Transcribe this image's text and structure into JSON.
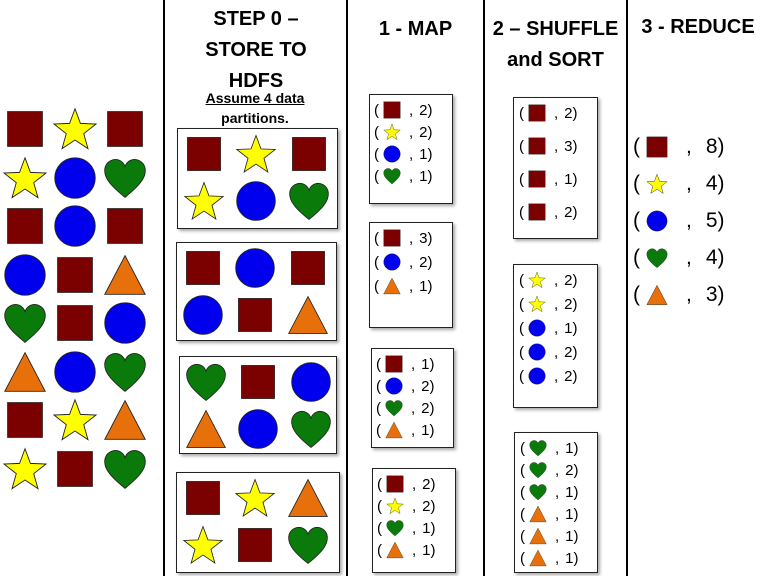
{
  "titles": {
    "step0_line1": "STEP 0 –",
    "step0_line2": "STORE  TO",
    "step0_line3": "HDFS",
    "note_line1": "Assume 4 data",
    "note_line2": "partitions.",
    "map": "1 - MAP",
    "shuffle_line1": "2 – SHUFFLE",
    "shuffle_line2": "and SORT",
    "reduce": "3 - REDUCE"
  },
  "colors": {
    "square": "#7b0000",
    "star": "#ffff00",
    "circle": "#0000ee",
    "heart": "#0a7a0a",
    "triangle": "#e8700a"
  },
  "punct": {
    "open": "(",
    "comma": ",",
    "close": ")"
  },
  "input_shapes": [
    [
      "square",
      "star",
      "square"
    ],
    [
      "star",
      "circle",
      "heart"
    ],
    [
      "square",
      "circle",
      "square"
    ],
    [
      "circle",
      "square",
      "triangle"
    ],
    [
      "heart",
      "square",
      "circle"
    ],
    [
      "triangle",
      "circle",
      "heart"
    ],
    [
      "square",
      "star",
      "triangle"
    ],
    [
      "star",
      "square",
      "heart"
    ]
  ],
  "partitions": [
    [
      [
        "square",
        "star",
        "square"
      ],
      [
        "star",
        "circle",
        "heart"
      ]
    ],
    [
      [
        "square",
        "circle",
        "square"
      ],
      [
        "circle",
        "square",
        "triangle"
      ]
    ],
    [
      [
        "heart",
        "square",
        "circle"
      ],
      [
        "triangle",
        "circle",
        "heart"
      ]
    ],
    [
      [
        "square",
        "star",
        "triangle"
      ],
      [
        "star",
        "square",
        "heart"
      ]
    ]
  ],
  "map_groups": [
    [
      {
        "shape": "square",
        "count": "2"
      },
      {
        "shape": "star",
        "count": "2"
      },
      {
        "shape": "circle",
        "count": "1"
      },
      {
        "shape": "heart",
        "count": "1"
      }
    ],
    [
      {
        "shape": "square",
        "count": "3"
      },
      {
        "shape": "circle",
        "count": "2"
      },
      {
        "shape": "triangle",
        "count": "1"
      }
    ],
    [
      {
        "shape": "square",
        "count": "1"
      },
      {
        "shape": "circle",
        "count": "2"
      },
      {
        "shape": "heart",
        "count": "2"
      },
      {
        "shape": "triangle",
        "count": "1"
      }
    ],
    [
      {
        "shape": "square",
        "count": "2"
      },
      {
        "shape": "star",
        "count": "2"
      },
      {
        "shape": "heart",
        "count": "1"
      },
      {
        "shape": "triangle",
        "count": "1"
      }
    ]
  ],
  "shuffle_groups": [
    [
      {
        "shape": "square",
        "count": "2"
      },
      {
        "shape": "square",
        "count": "3"
      },
      {
        "shape": "square",
        "count": "1"
      },
      {
        "shape": "square",
        "count": "2"
      }
    ],
    [
      {
        "shape": "star",
        "count": "2"
      },
      {
        "shape": "star",
        "count": "2"
      },
      {
        "shape": "circle",
        "count": "1"
      },
      {
        "shape": "circle",
        "count": "2"
      },
      {
        "shape": "circle",
        "count": "2"
      }
    ],
    [
      {
        "shape": "heart",
        "count": "1"
      },
      {
        "shape": "heart",
        "count": "2"
      },
      {
        "shape": "heart",
        "count": "1"
      },
      {
        "shape": "triangle",
        "count": "1"
      },
      {
        "shape": "triangle",
        "count": "1"
      },
      {
        "shape": "triangle",
        "count": "1"
      }
    ]
  ],
  "reduce": [
    {
      "shape": "square",
      "count": "8"
    },
    {
      "shape": "star",
      "count": "4"
    },
    {
      "shape": "circle",
      "count": "5"
    },
    {
      "shape": "heart",
      "count": "4"
    },
    {
      "shape": "triangle",
      "count": "3"
    }
  ]
}
